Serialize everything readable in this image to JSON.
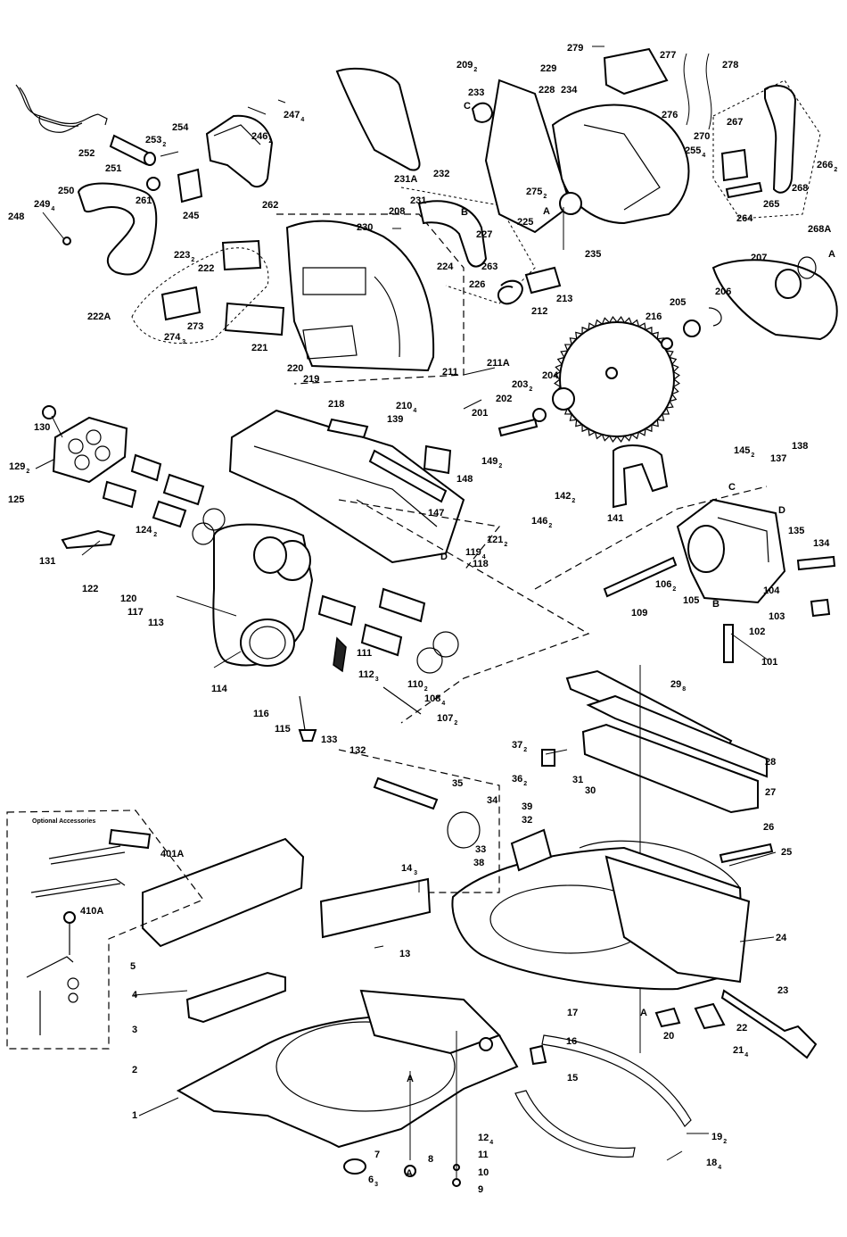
{
  "diagram": {
    "accessories_title": "Optional Accessories",
    "callouts": [
      {
        "id": "279",
        "text": "279"
      },
      {
        "id": "277",
        "text": "277"
      },
      {
        "id": "278",
        "text": "278"
      },
      {
        "id": "2092",
        "text": "209",
        "sub": "2"
      },
      {
        "id": "229",
        "text": "229"
      },
      {
        "id": "228",
        "text": "228"
      },
      {
        "id": "234",
        "text": "234"
      },
      {
        "id": "233",
        "text": "233"
      },
      {
        "id": "276",
        "text": "276"
      },
      {
        "id": "267",
        "text": "267"
      },
      {
        "id": "270",
        "text": "270"
      },
      {
        "id": "2554",
        "text": "255",
        "sub": "4"
      },
      {
        "id": "2662",
        "text": "266",
        "sub": "2"
      },
      {
        "id": "268",
        "text": "268"
      },
      {
        "id": "265",
        "text": "265"
      },
      {
        "id": "264",
        "text": "264"
      },
      {
        "id": "268A",
        "text": "268A"
      },
      {
        "id": "2474",
        "text": "247",
        "sub": "4"
      },
      {
        "id": "2462",
        "text": "246",
        "sub": "2"
      },
      {
        "id": "254",
        "text": "254"
      },
      {
        "id": "2532",
        "text": "253",
        "sub": "2"
      },
      {
        "id": "252",
        "text": "252"
      },
      {
        "id": "251",
        "text": "251"
      },
      {
        "id": "261",
        "text": "261"
      },
      {
        "id": "245",
        "text": "245"
      },
      {
        "id": "262",
        "text": "262"
      },
      {
        "id": "250",
        "text": "250"
      },
      {
        "id": "2494",
        "text": "249",
        "sub": "4"
      },
      {
        "id": "248",
        "text": "248"
      },
      {
        "id": "232",
        "text": "232"
      },
      {
        "id": "231A",
        "text": "231A"
      },
      {
        "id": "231",
        "text": "231"
      },
      {
        "id": "2752",
        "text": "275",
        "sub": "2"
      },
      {
        "id": "225",
        "text": "225"
      },
      {
        "id": "227",
        "text": "227"
      },
      {
        "id": "235",
        "text": "235"
      },
      {
        "id": "230",
        "text": "230"
      },
      {
        "id": "208",
        "text": "208"
      },
      {
        "id": "224",
        "text": "224"
      },
      {
        "id": "263",
        "text": "263"
      },
      {
        "id": "226",
        "text": "226"
      },
      {
        "id": "213",
        "text": "213"
      },
      {
        "id": "212",
        "text": "212"
      },
      {
        "id": "207",
        "text": "207"
      },
      {
        "id": "206",
        "text": "206"
      },
      {
        "id": "205",
        "text": "205"
      },
      {
        "id": "216",
        "text": "216"
      },
      {
        "id": "2232",
        "text": "223",
        "sub": "2"
      },
      {
        "id": "222",
        "text": "222"
      },
      {
        "id": "222A",
        "text": "222A"
      },
      {
        "id": "273",
        "text": "273"
      },
      {
        "id": "2743",
        "text": "274",
        "sub": "3"
      },
      {
        "id": "221",
        "text": "221"
      },
      {
        "id": "220",
        "text": "220"
      },
      {
        "id": "219",
        "text": "219"
      },
      {
        "id": "218",
        "text": "218"
      },
      {
        "id": "211",
        "text": "211"
      },
      {
        "id": "211A",
        "text": "211A"
      },
      {
        "id": "2104",
        "text": "210",
        "sub": "4"
      },
      {
        "id": "204",
        "text": "204"
      },
      {
        "id": "2032",
        "text": "203",
        "sub": "2"
      },
      {
        "id": "202",
        "text": "202"
      },
      {
        "id": "201",
        "text": "201"
      },
      {
        "id": "130",
        "text": "130"
      },
      {
        "id": "1292",
        "text": "129",
        "sub": "2"
      },
      {
        "id": "125",
        "text": "125"
      },
      {
        "id": "139",
        "text": "139"
      },
      {
        "id": "1492",
        "text": "149",
        "sub": "2"
      },
      {
        "id": "148",
        "text": "148"
      },
      {
        "id": "147",
        "text": "147"
      },
      {
        "id": "1462",
        "text": "146",
        "sub": "2"
      },
      {
        "id": "1212",
        "text": "121",
        "sub": "2"
      },
      {
        "id": "1194",
        "text": "119",
        "sub": "4"
      },
      {
        "id": "118",
        "text": "118"
      },
      {
        "id": "1242",
        "text": "124",
        "sub": "2"
      },
      {
        "id": "131",
        "text": "131"
      },
      {
        "id": "122",
        "text": "122"
      },
      {
        "id": "120",
        "text": "120"
      },
      {
        "id": "117",
        "text": "117"
      },
      {
        "id": "113",
        "text": "113"
      },
      {
        "id": "111",
        "text": "111"
      },
      {
        "id": "1123",
        "text": "112",
        "sub": "3"
      },
      {
        "id": "1102",
        "text": "110",
        "sub": "2"
      },
      {
        "id": "1084",
        "text": "108",
        "sub": "4"
      },
      {
        "id": "1072",
        "text": "107",
        "sub": "2"
      },
      {
        "id": "114",
        "text": "114"
      },
      {
        "id": "116",
        "text": "116"
      },
      {
        "id": "115",
        "text": "115"
      },
      {
        "id": "133",
        "text": "133"
      },
      {
        "id": "132",
        "text": "132"
      },
      {
        "id": "1452",
        "text": "145",
        "sub": "2"
      },
      {
        "id": "138",
        "text": "138"
      },
      {
        "id": "137",
        "text": "137"
      },
      {
        "id": "1422",
        "text": "142",
        "sub": "2"
      },
      {
        "id": "141",
        "text": "141"
      },
      {
        "id": "135",
        "text": "135"
      },
      {
        "id": "134",
        "text": "134"
      },
      {
        "id": "1062",
        "text": "106",
        "sub": "2"
      },
      {
        "id": "105",
        "text": "105"
      },
      {
        "id": "104",
        "text": "104"
      },
      {
        "id": "109",
        "text": "109"
      },
      {
        "id": "103",
        "text": "103"
      },
      {
        "id": "102",
        "text": "102"
      },
      {
        "id": "101",
        "text": "101"
      },
      {
        "id": "298",
        "text": "29",
        "sub": "8"
      },
      {
        "id": "28",
        "text": "28"
      },
      {
        "id": "27",
        "text": "27"
      },
      {
        "id": "26",
        "text": "26"
      },
      {
        "id": "372",
        "text": "37",
        "sub": "2"
      },
      {
        "id": "362",
        "text": "36",
        "sub": "2"
      },
      {
        "id": "35",
        "text": "35"
      },
      {
        "id": "31",
        "text": "31"
      },
      {
        "id": "30",
        "text": "30"
      },
      {
        "id": "39",
        "text": "39"
      },
      {
        "id": "32",
        "text": "32"
      },
      {
        "id": "34",
        "text": "34"
      },
      {
        "id": "33",
        "text": "33"
      },
      {
        "id": "38",
        "text": "38"
      },
      {
        "id": "25",
        "text": "25"
      },
      {
        "id": "401A",
        "text": "401A"
      },
      {
        "id": "410A",
        "text": "410A"
      },
      {
        "id": "143",
        "text": "14",
        "sub": "3"
      },
      {
        "id": "13",
        "text": "13"
      },
      {
        "id": "5",
        "text": "5"
      },
      {
        "id": "4",
        "text": "4"
      },
      {
        "id": "3",
        "text": "3"
      },
      {
        "id": "2",
        "text": "2"
      },
      {
        "id": "1",
        "text": "1"
      },
      {
        "id": "24",
        "text": "24"
      },
      {
        "id": "23",
        "text": "23"
      },
      {
        "id": "17",
        "text": "17"
      },
      {
        "id": "16",
        "text": "16"
      },
      {
        "id": "20",
        "text": "20"
      },
      {
        "id": "22",
        "text": "22"
      },
      {
        "id": "214",
        "text": "21",
        "sub": "4"
      },
      {
        "id": "15",
        "text": "15"
      },
      {
        "id": "124",
        "text": "12",
        "sub": "4"
      },
      {
        "id": "11",
        "text": "11"
      },
      {
        "id": "10",
        "text": "10"
      },
      {
        "id": "9",
        "text": "9"
      },
      {
        "id": "8",
        "text": "8"
      },
      {
        "id": "7",
        "text": "7"
      },
      {
        "id": "63",
        "text": "6",
        "sub": "3"
      },
      {
        "id": "192",
        "text": "19",
        "sub": "2"
      },
      {
        "id": "184",
        "text": "18",
        "sub": "4"
      }
    ],
    "reference_letters": [
      {
        "id": "C-1",
        "text": "C"
      },
      {
        "id": "A-1",
        "text": "A"
      },
      {
        "id": "B-1",
        "text": "B"
      },
      {
        "id": "A-2",
        "text": "A"
      },
      {
        "id": "C-2",
        "text": "C"
      },
      {
        "id": "D-1",
        "text": "D"
      },
      {
        "id": "B-2",
        "text": "B"
      },
      {
        "id": "D-2",
        "text": "D"
      },
      {
        "id": "A-3",
        "text": "A"
      },
      {
        "id": "A-4",
        "text": "A"
      },
      {
        "id": "A-5",
        "text": "A"
      }
    ]
  }
}
